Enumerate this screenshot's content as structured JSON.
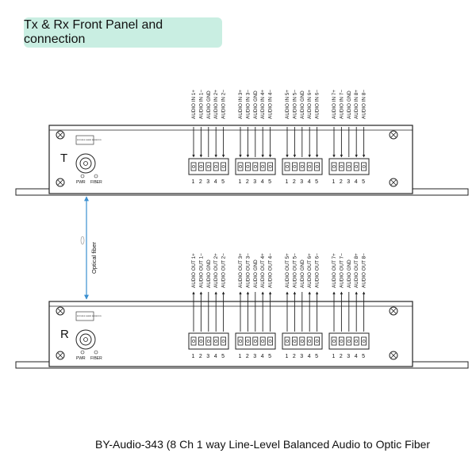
{
  "title": "Tx & Rx Front Panel and connection",
  "caption": "BY-Audio-343 (8 Ch 1 way Line-Level Balanced Audio to Optic Fiber",
  "fiber_label": "Optical fiber",
  "tx": {
    "letter": "T",
    "led_labels": [
      "PWR",
      "FIBER"
    ],
    "laser_warning": "INVISIBLE LASER RADIATION",
    "port_labels": [
      "AUDIO IN 1+",
      "AUDIO IN 1−",
      "AUDIO GND",
      "AUDIO IN 2+",
      "AUDIO IN 2−",
      "AUDIO IN 3+",
      "AUDIO IN 3−",
      "AUDIO GND",
      "AUDIO IN 4+",
      "AUDIO IN 4−",
      "AUDIO IN 5+",
      "AUDIO IN 5−",
      "AUDIO GND",
      "AUDIO IN 6+",
      "AUDIO IN 6−",
      "AUDIO IN 7+",
      "AUDIO IN 7−",
      "AUDIO GND",
      "AUDIO IN 8+",
      "AUDIO IN 8−"
    ]
  },
  "rx": {
    "letter": "R",
    "led_labels": [
      "PWR",
      "FIBER"
    ],
    "laser_warning": "INVISIBLE LASER RADIATION",
    "port_labels": [
      "AUDIO OUT 1+",
      "AUDIO OUT 1−",
      "AUDIO GND",
      "AUDIO OUT 2+",
      "AUDIO OUT 2−",
      "AUDIO OUT 3+",
      "AUDIO OUT 3−",
      "AUDIO GND",
      "AUDIO OUT 4+",
      "AUDIO OUT 4−",
      "AUDIO OUT 5+",
      "AUDIO OUT 5−",
      "AUDIO GND",
      "AUDIO OUT 6+",
      "AUDIO OUT 6−",
      "AUDIO OUT 7+",
      "AUDIO OUT 7−",
      "AUDIO GND",
      "AUDIO OUT 8+",
      "AUDIO OUT 8−"
    ]
  },
  "pin_numbers": [
    "1",
    "2",
    "3",
    "4",
    "5"
  ],
  "colors": {
    "badge": "#c9eee2",
    "fiber": "#3a8fd0",
    "line": "#222222"
  }
}
